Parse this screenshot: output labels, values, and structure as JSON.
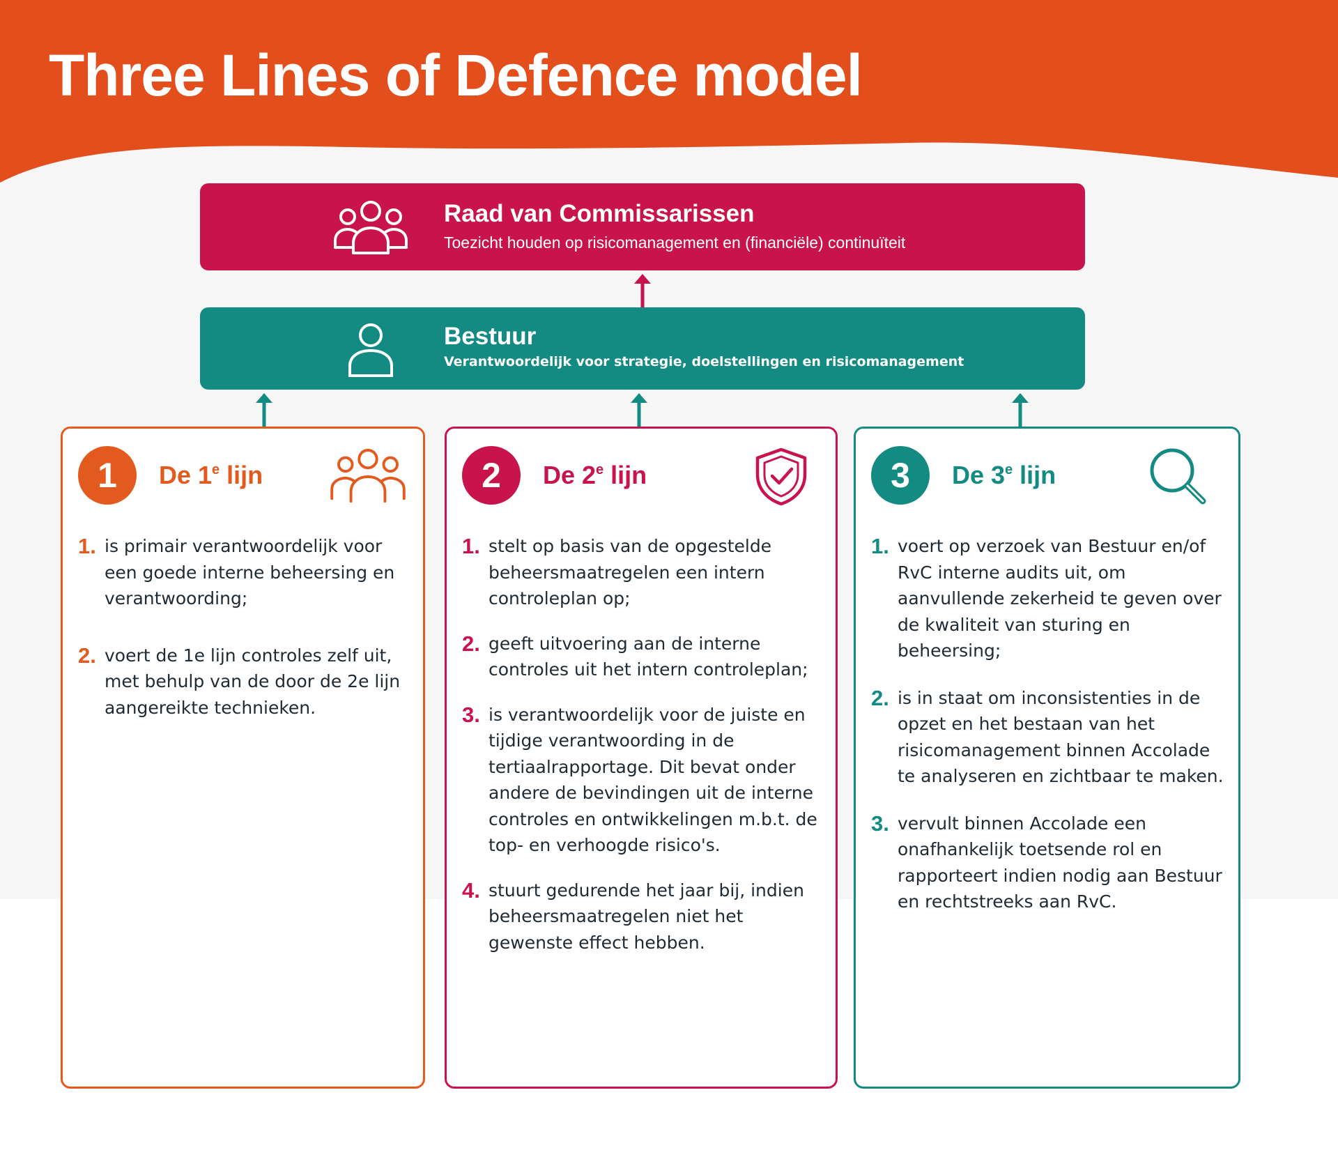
{
  "title": "Three Lines of Defence model",
  "colors": {
    "orange": "#e35a1e",
    "magenta": "#c8134c",
    "teal": "#138a82"
  },
  "top_box": {
    "title": "Raad van Commissarissen",
    "subtitle": "Toezicht houden op risicomanagement en (financiële) continuïteit",
    "icon": "group-icon"
  },
  "middle_box": {
    "title": "Bestuur",
    "subtitle": "Verantwoordelijk voor strategie, doelstellingen en risicomanagement",
    "icon": "person-icon"
  },
  "lines": [
    {
      "number": "1",
      "title_prefix": "De 1",
      "title_sup": "e",
      "title_suffix": " lijn",
      "icon": "group-icon",
      "items": [
        {
          "num": "1.",
          "text": "is primair verantwoordelijk voor een goede interne beheersing en verantwoording;"
        },
        {
          "num": "2.",
          "text": "voert de 1e lijn controles zelf uit, met behulp van de door de 2e lijn aangereikte technieken."
        }
      ]
    },
    {
      "number": "2",
      "title_prefix": "De 2",
      "title_sup": "e",
      "title_suffix": " lijn",
      "icon": "shield-check-icon",
      "items": [
        {
          "num": "1.",
          "text": "stelt op basis van de opgestelde beheersmaatregelen een intern controleplan op;"
        },
        {
          "num": "2.",
          "text": "geeft uitvoering aan de interne controles uit het intern controleplan;"
        },
        {
          "num": "3.",
          "text": "is verantwoordelijk voor de juiste en tijdige verantwoording in de tertiaalrapportage. Dit bevat onder andere de bevindingen uit de interne controles en ontwikkelingen m.b.t. de top- en verhoogde risico's."
        },
        {
          "num": "4.",
          "text": "stuurt gedurende het jaar bij, indien beheersmaatregelen niet het gewenste effect hebben."
        }
      ]
    },
    {
      "number": "3",
      "title_prefix": "De 3",
      "title_sup": "e",
      "title_suffix": " lijn",
      "icon": "magnifier-icon",
      "items": [
        {
          "num": "1.",
          "text": "voert op verzoek van Bestuur en/of RvC interne audits uit, om aanvullende zekerheid te geven over de kwaliteit van sturing en beheersing;"
        },
        {
          "num": "2.",
          "text": "is in staat om inconsistenties in de opzet en het bestaan van het risicomanagement binnen Accolade te analyseren en zichtbaar te maken."
        },
        {
          "num": "3.",
          "text": "vervult binnen Accolade een onafhankelijk toetsende rol en rapporteert indien nodig aan Bestuur en rechtstreeks aan RvC."
        }
      ]
    }
  ]
}
